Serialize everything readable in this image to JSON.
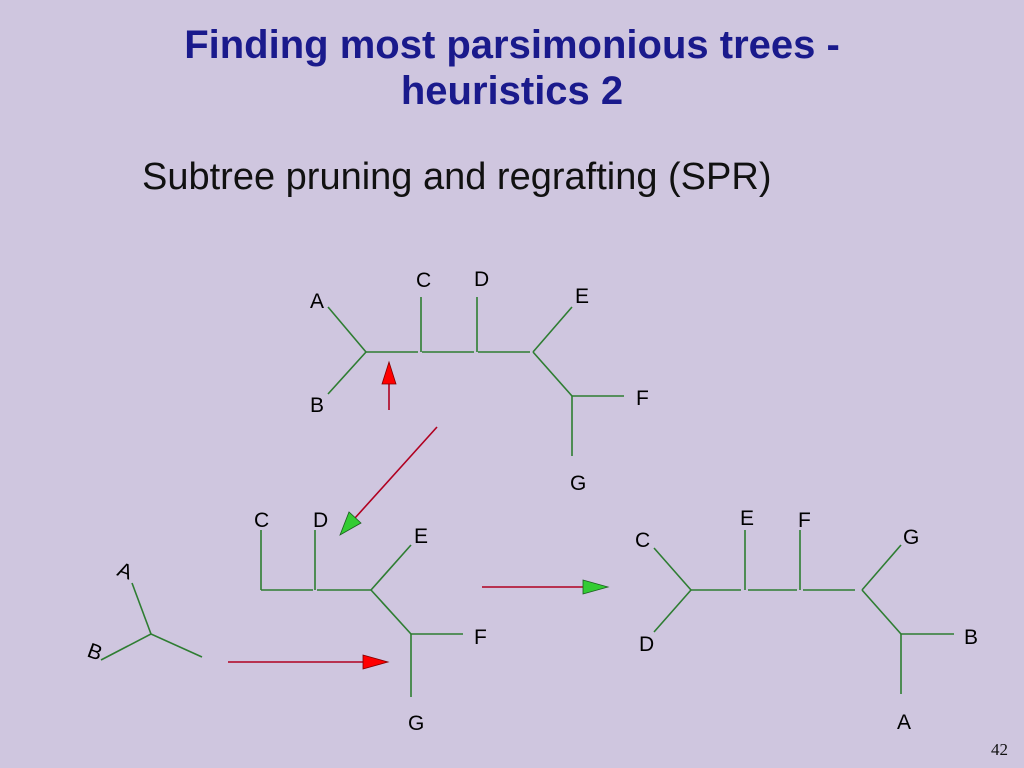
{
  "slide": {
    "title_line1": "Finding most parsimonious trees -",
    "title_line2": "heuristics 2",
    "subtitle": "Subtree pruning and regrafting (SPR)",
    "page_number": "42"
  },
  "colors": {
    "background": "#cfc6df",
    "title": "#1a1a8c",
    "branch": "#2e7d32",
    "arrow_line": "#b00020",
    "arrow_head_red": "#ff0000",
    "arrow_head_green": "#33cc33"
  },
  "tree_original": {
    "labels": {
      "a": "A",
      "b": "B",
      "c": "C",
      "d": "D",
      "e": "E",
      "f": "F",
      "g": "G"
    }
  },
  "tree_pruned": {
    "pruned_labels": {
      "a": "A",
      "b": "B"
    },
    "remaining_labels": {
      "c": "C",
      "d": "D",
      "e": "E",
      "f": "F",
      "g": "G"
    }
  },
  "tree_regrafted": {
    "labels": {
      "c": "C",
      "d": "D",
      "e": "E",
      "f": "F",
      "g": "G",
      "b": "B",
      "a": "A"
    }
  }
}
